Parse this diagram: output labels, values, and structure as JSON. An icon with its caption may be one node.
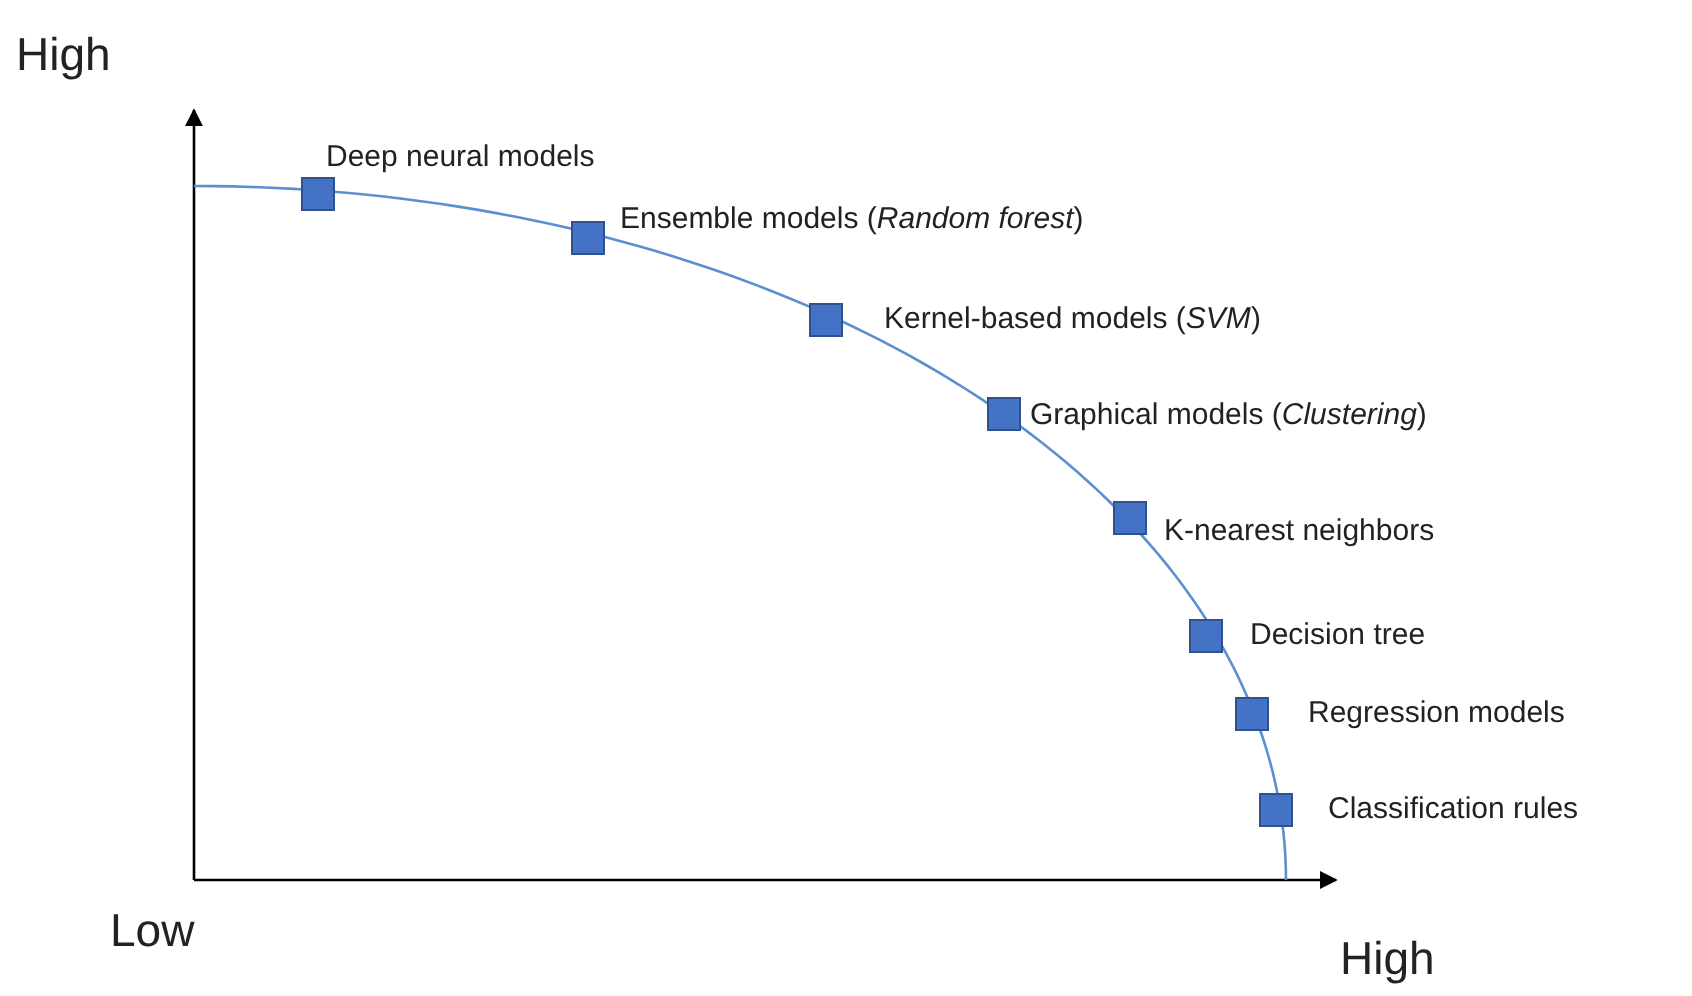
{
  "diagram": {
    "nodes": [
      {
        "text": [],
        "shape": "box",
        "beside": [
          "Deep neural models"
        ]
      },
      {
        "text": [],
        "shape": "box",
        "beside": [
          "Ensemble models (*Random forest*)"
        ]
      },
      {
        "text": [],
        "shape": "box",
        "beside": [
          "Kernel-based models (*SVM*)"
        ]
      },
      {
        "text": [],
        "shape": "box",
        "beside": [
          "Graphical models (*Clustering*)"
        ]
      },
      {
        "text": [],
        "shape": "box",
        "beside": [
          "K-nearest neighbors"
        ]
      },
      {
        "text": [],
        "shape": "box",
        "beside": [
          "Decision tree"
        ]
      },
      {
        "text": [],
        "shape": "box",
        "beside": [
          "Regression models"
        ]
      },
      {
        "text": [],
        "shape": "box",
        "beside": [
          "Classification rules"
        ]
      }
    ],
    "edges": [],
    "labels": [
      "High",
      "Low",
      "High"
    ]
  }
}
